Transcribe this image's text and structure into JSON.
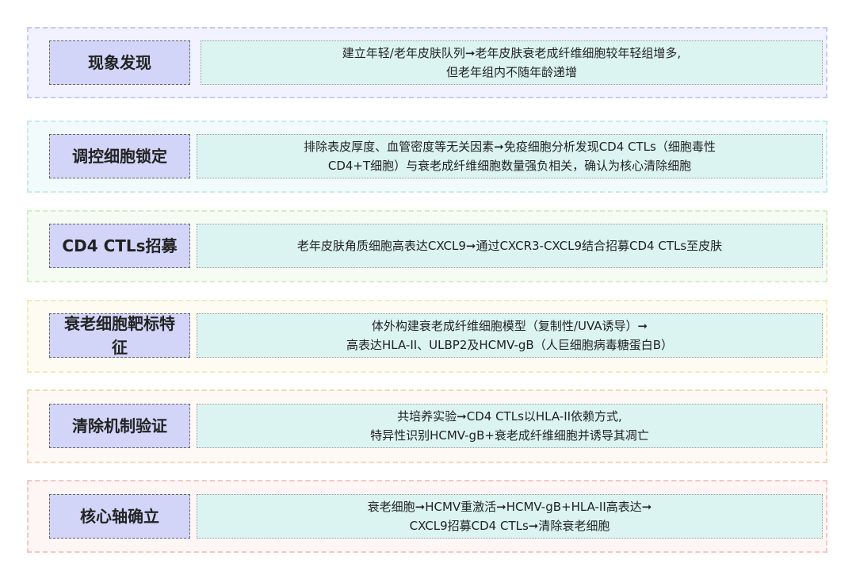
{
  "rows": [
    {
      "label": "现象发现",
      "lines": [
        "建立年轻/老年皮肤队列➞老年皮肤衰老成纤维细胞较年轻组增多,",
        "但老年组内不随年龄递增"
      ]
    },
    {
      "label": "调控细胞锁定",
      "lines": [
        "排除表皮厚度、血管密度等无关因素➞免疫细胞分析发现CD4 CTLs（细胞毒性",
        "CD4+T细胞）与衰老成纤维细胞数量强负相关，确认为核心清除细胞"
      ]
    },
    {
      "label": "CD4 CTLs招募",
      "lines": [
        "老年皮肤角质细胞高表达CXCL9➞通过CXCR3-CXCL9结合招募CD4 CTLs至皮肤"
      ]
    },
    {
      "label": "衰老细胞靶标特征",
      "lines": [
        "体外构建衰老成纤维细胞模型（复制性/UVA诱导）➞",
        "高表达HLA-II、ULBP2及HCMV-gB（人巨细胞病毒糖蛋白B）"
      ]
    },
    {
      "label": "清除机制验证",
      "lines": [
        "共培养实验➞CD4 CTLs以HLA-II依赖方式,",
        "特异性识别HCMV-gB+衰老成纤维细胞并诱导其凋亡"
      ]
    },
    {
      "label": "核心轴确立",
      "lines": [
        "衰老细胞➞HCMV重激活➞HCMV-gB+HLA-II高表达➞",
        "CXCL9招募CD4 CTLs➞清除衰老细胞"
      ]
    }
  ],
  "colors": {
    "border": [
      "#c7cbf2",
      "#c2ecec",
      "#d2efc6",
      "#f4eabb",
      "#f7d7b6",
      "#f4c6c6"
    ],
    "fill": [
      "#f1f2fd",
      "#f2fbfb",
      "#f6fcf3",
      "#fefcf2",
      "#fef9f4",
      "#fef5f5"
    ]
  }
}
